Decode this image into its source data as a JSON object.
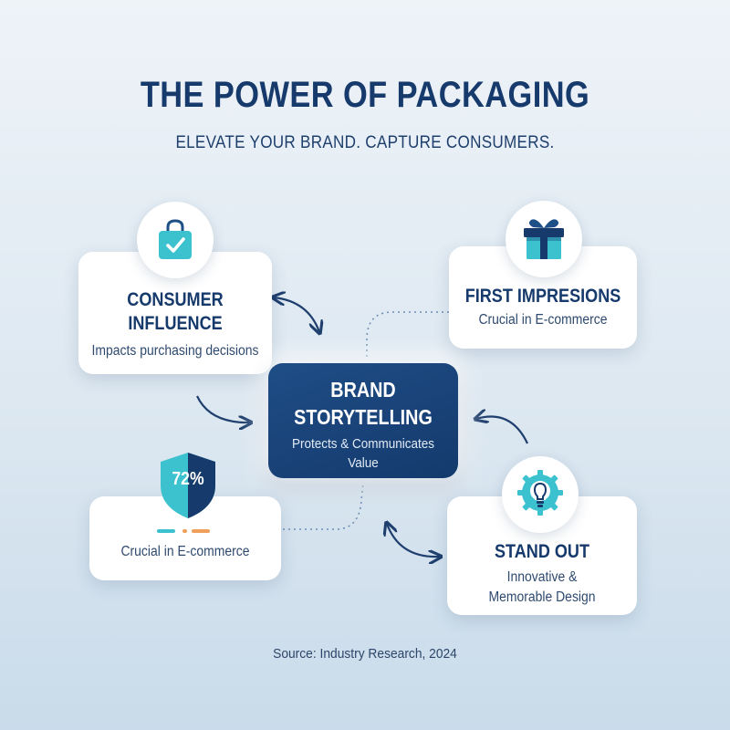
{
  "header": {
    "title": "THE POWER OF PACKAGING",
    "subtitle": "ELEVATE YOUR BRAND. CAPTURE CONSUMERS."
  },
  "center": {
    "heading_line1": "BRAND",
    "heading_line2": "STORYTELLING",
    "desc_line1": "Protects & Communicates",
    "desc_line2": "Value"
  },
  "cards": {
    "consumer_influence": {
      "heading_line1": "CONSUMER",
      "heading_line2": "INFLUENCE",
      "description": "Impacts purchasing decisions",
      "icon": "shopping-bag-check-icon"
    },
    "first_impressions": {
      "heading": "FIRST IMPRESIONS",
      "description": "Crucial in E-commerce",
      "icon": "gift-box-icon"
    },
    "statistic": {
      "value": "72%",
      "description": "Crucial in E-commerce",
      "icon": "shield-icon"
    },
    "stand_out": {
      "heading": "STAND OUT",
      "desc_line1": "Innovative &",
      "desc_line2": "Memorable Design",
      "icon": "lightbulb-gear-icon"
    }
  },
  "footer": {
    "source": "Source: Industry Research, 2024"
  },
  "colors": {
    "navy": "#163a6b",
    "teal": "#3cc2cf",
    "orange": "#f0a05a",
    "background": "#dde8f1"
  }
}
